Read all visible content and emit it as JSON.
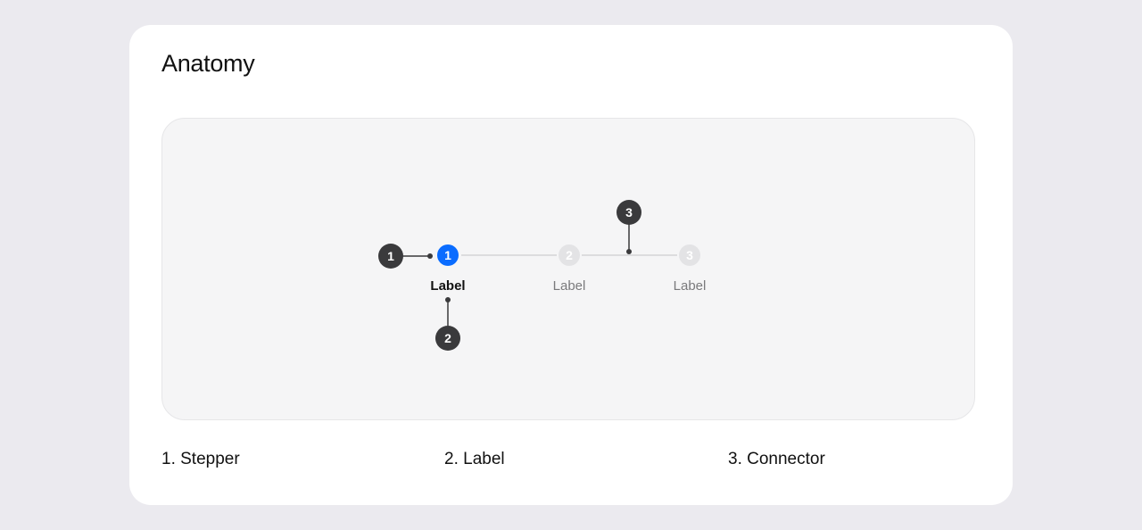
{
  "title": "Anatomy",
  "colors": {
    "active": "#0a6cff",
    "inactive_circle": "#e3e3e5",
    "inactive_text": "#7a7a7c",
    "connector": "#dcdcde",
    "marker": "#3a3a3c",
    "stage_bg": "#f5f5f6"
  },
  "stepper": {
    "steps": [
      {
        "number": "1",
        "label": "Label",
        "state": "active"
      },
      {
        "number": "2",
        "label": "Label",
        "state": "inactive"
      },
      {
        "number": "3",
        "label": "Label",
        "state": "inactive"
      }
    ]
  },
  "markers": [
    {
      "number": "1",
      "target": "stepper"
    },
    {
      "number": "2",
      "target": "label"
    },
    {
      "number": "3",
      "target": "connector"
    }
  ],
  "legend": [
    {
      "text": "1. Stepper"
    },
    {
      "text": "2. Label"
    },
    {
      "text": "3. Connector"
    }
  ]
}
